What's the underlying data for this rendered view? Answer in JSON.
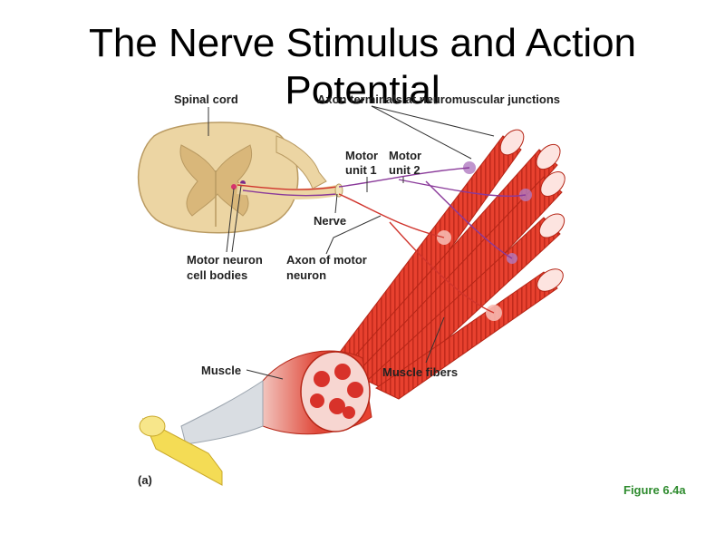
{
  "slide": {
    "title_line1": "The Nerve Stimulus and Action",
    "title_line2": "Potential"
  },
  "labels": {
    "spinal_cord": "Spinal cord",
    "axon_terminals": "Axon terminals at neuromuscular junctions",
    "motor_unit_1_a": "Motor",
    "motor_unit_1_b": "unit 1",
    "motor_unit_2_a": "Motor",
    "motor_unit_2_b": "unit 2",
    "nerve": "Nerve",
    "motor_neuron_a": "Motor neuron",
    "motor_neuron_b": "cell bodies",
    "axon_motor_a": "Axon of motor",
    "axon_motor_b": "neuron",
    "muscle": "Muscle",
    "muscle_fibers": "Muscle fibers",
    "panel": "(a)",
    "figure": "Figure 6.4a"
  },
  "colors": {
    "fiber_red": "#e8412f",
    "fiber_dark": "#c22a1c",
    "spinal_tan": "#ecd5a3",
    "gray_matter": "#d9b77a",
    "tendon_yellow": "#f4dc55",
    "unit1_axon": "#d0342c",
    "unit2_axon": "#8a3a9a",
    "figure_green": "#2e8b2e"
  }
}
